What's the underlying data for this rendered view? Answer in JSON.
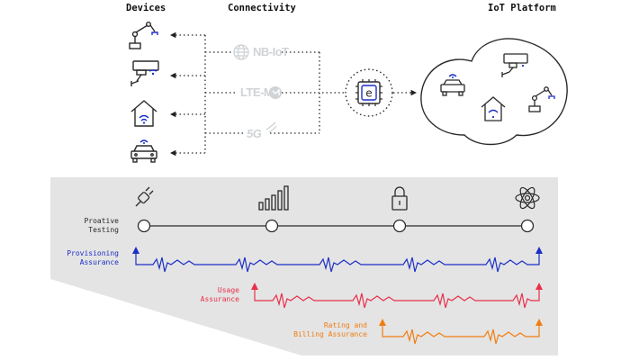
{
  "headers": {
    "devices": "Devices",
    "connectivity": "Connectivity",
    "platform": "IoT Platform"
  },
  "networks": {
    "nbiot": "NB-IoT",
    "ltem": "LTE-M",
    "fiveg": "5G"
  },
  "chip_label": "e",
  "assurance": {
    "testing": "Proative\nTesting",
    "provisioning": "Provisioning\nAssurance",
    "usage": "Usage\nAssurance",
    "rating": "Rating and\nBilling Assurance"
  },
  "colors": {
    "provisioning": "#1c2fc7",
    "usage": "#e8304a",
    "rating": "#f07d12",
    "ink": "#2a2a2a",
    "panel": "#e4e4e4",
    "accent_blue": "#1c2fc7"
  },
  "icons": {
    "devices": [
      "robot-arm-icon",
      "camera-icon",
      "smart-home-icon",
      "connected-car-icon"
    ],
    "stages": [
      "plug-icon",
      "signal-bars-icon",
      "lock-icon",
      "atom-icon"
    ]
  }
}
